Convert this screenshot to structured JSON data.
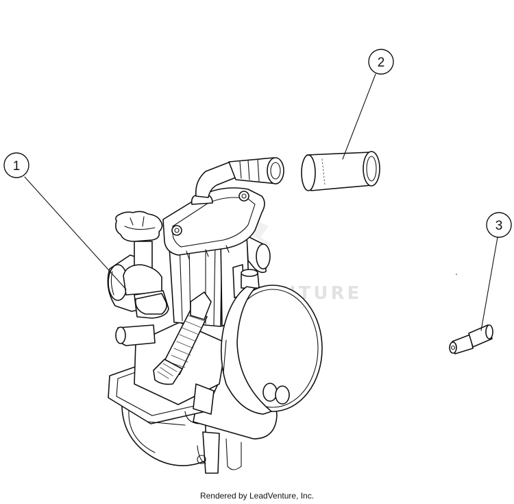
{
  "callouts": [
    {
      "number": "1"
    },
    {
      "number": "2"
    },
    {
      "number": "3"
    }
  ],
  "watermark": {
    "text": "LEADVENTURE"
  },
  "footer": {
    "text": "Rendered by LeadVenture, Inc."
  }
}
